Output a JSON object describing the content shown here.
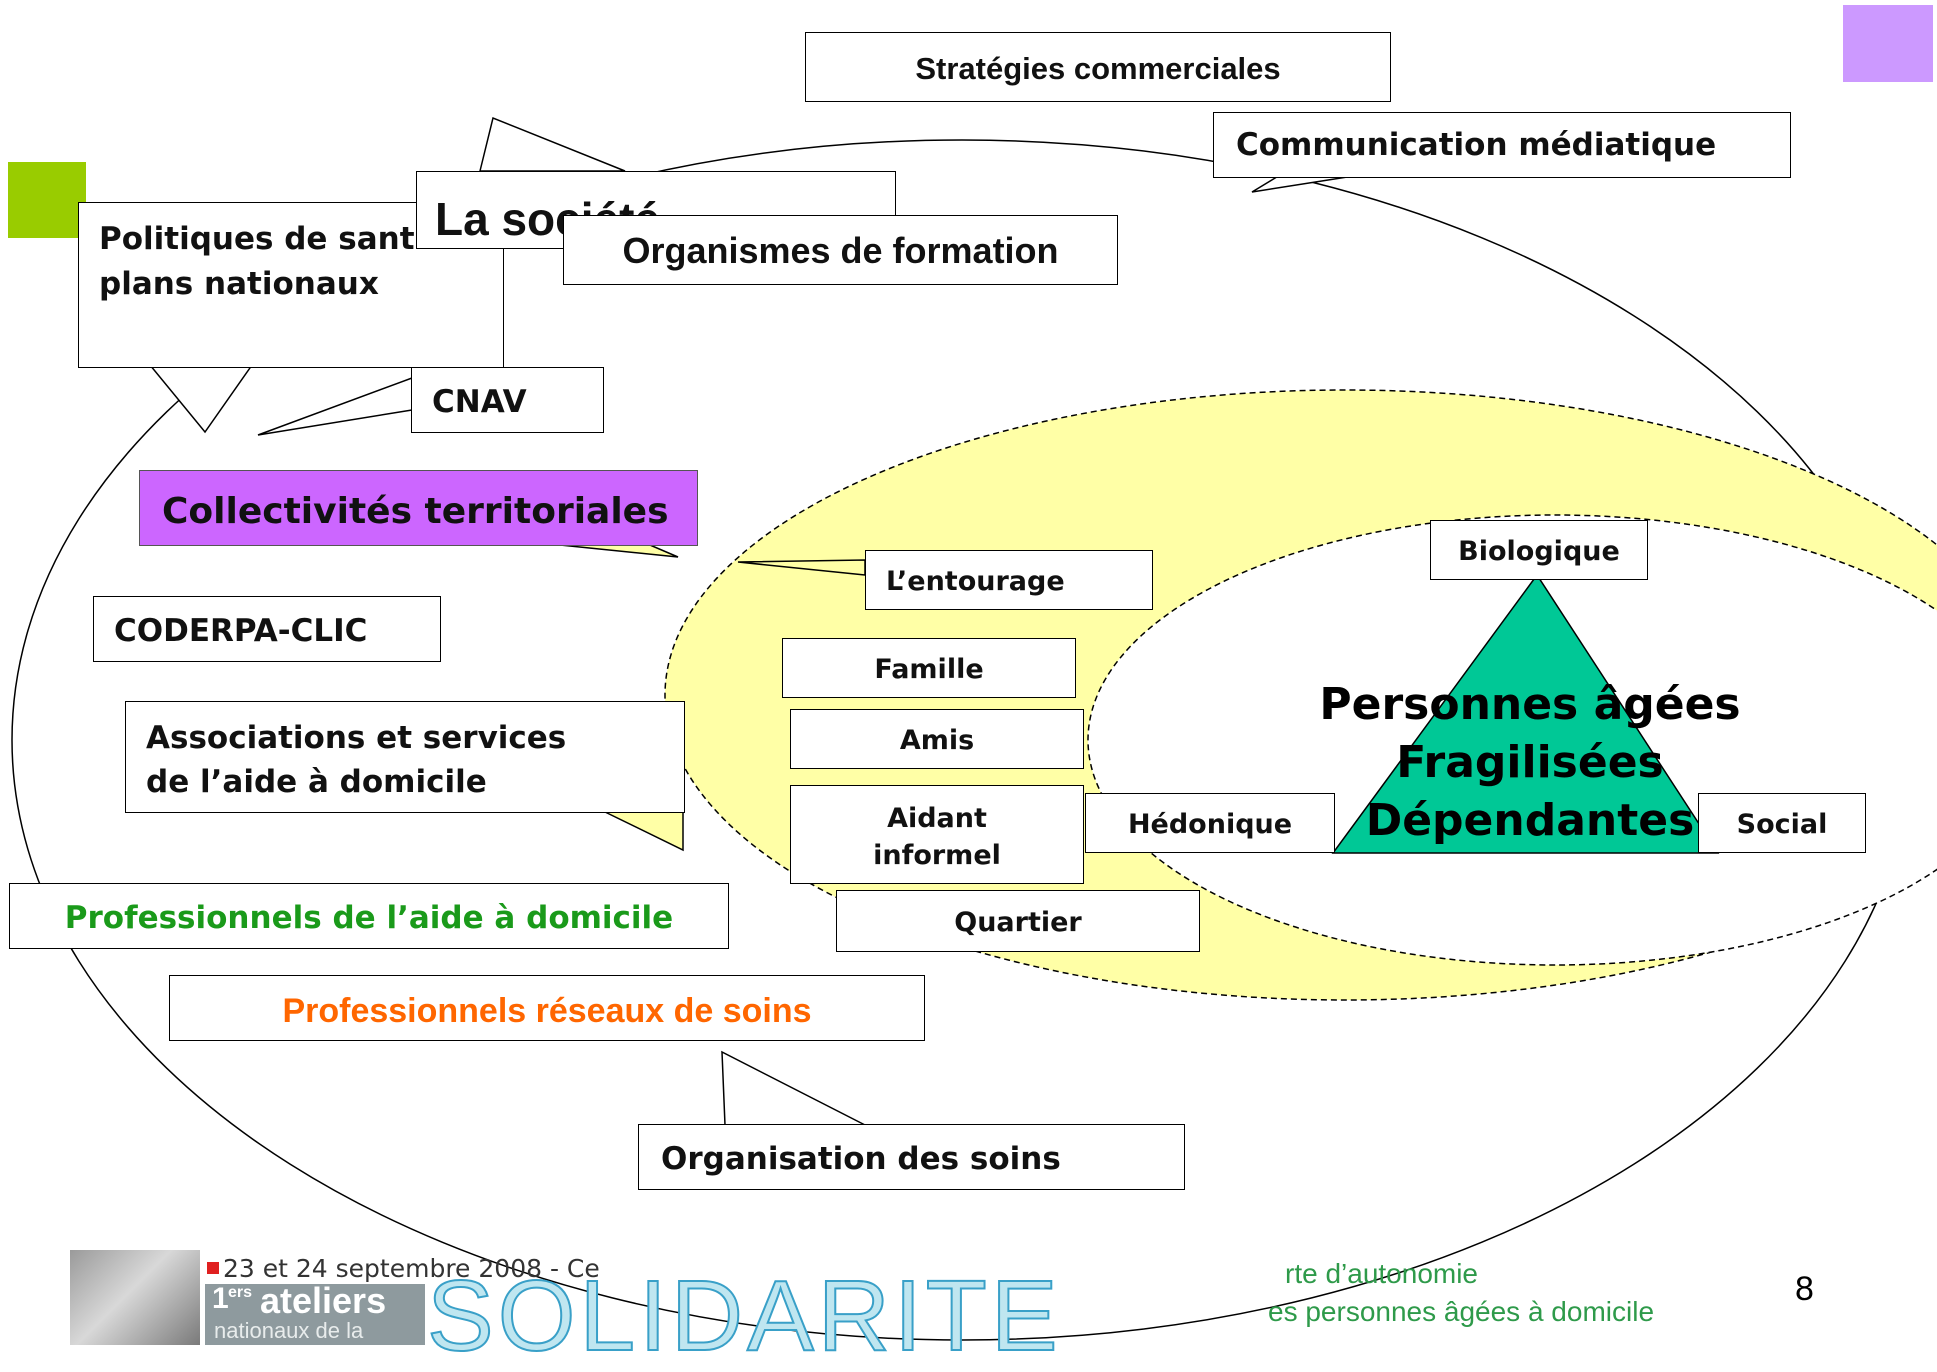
{
  "callouts": {
    "strategies": "Stratégies commerciales",
    "communication": "Communication médiatique",
    "societe": "La société",
    "politiques_line1": "Politiques de sant",
    "politiques_line2": "plans nationaux",
    "formation": "Organismes de formation",
    "cnav": "CNAV",
    "associations_line1": "Associations et services",
    "associations_line2": "de l’aide à domicile",
    "organisation_soins": "Organisation des soins"
  },
  "actors": {
    "collectivites": "Collectivités territoriales",
    "coderpa": "CODERPA-CLIC",
    "pro_aide": "Professionnels de l’aide à domicile",
    "pro_reseaux": "Professionnels réseaux de soins"
  },
  "entourage": {
    "title": "L’entourage",
    "famille": "Famille",
    "amis": "Amis",
    "aidant_line1": "Aidant",
    "aidant_line2": "informel",
    "quartier": "Quartier"
  },
  "center": {
    "line1": "Personnes âgées",
    "line2": "Fragilisées",
    "line3": "Dépendantes",
    "biologique": "Biologique",
    "hedonique": "Hédonique",
    "social": "Social"
  },
  "footer": {
    "date_text": "23 et 24 septembre 2008 - Ce",
    "ateliers_sup": "ers",
    "ateliers_num": "1",
    "ateliers_word": "ateliers",
    "nationaux": "nationaux de la",
    "solidarite": "SOLIDARITE",
    "subtitle_line1": "rte d’autonomie",
    "subtitle_line2": "es personnes âgées à domicile",
    "page_number": "8"
  },
  "colors": {
    "purple_box": "#cc66ff",
    "green_text": "#1a9a1a",
    "orange_text": "#ff6600",
    "yellow_ellipse": "#ffffa6",
    "teal_triangle": "#00c896",
    "green_square": "#99cc00",
    "lilac_square": "#cc99ff",
    "footer_green": "#2e9a4a"
  }
}
